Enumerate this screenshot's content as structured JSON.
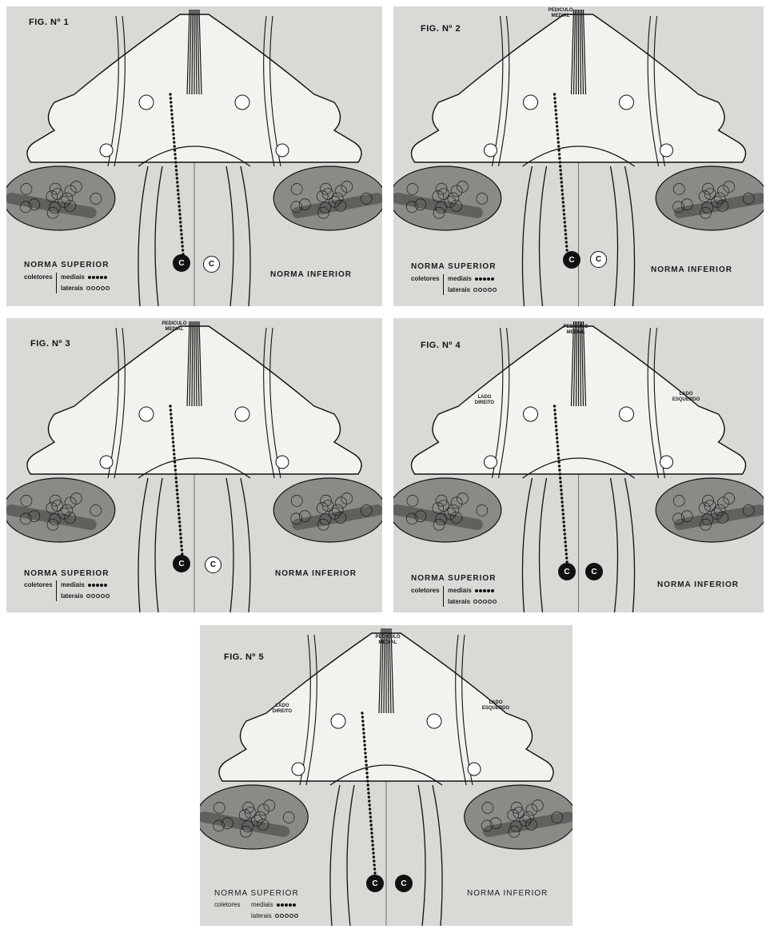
{
  "figures": [
    {
      "title": "FIG. Nº 1",
      "top_label": "",
      "norma_superior": "NORMA SUPERIOR",
      "norma_inferior": "NORMA INFERIOR",
      "coletores": "coletores",
      "mediais": "mediais",
      "laterais": "laterais",
      "c_label": "C",
      "side_left": "",
      "side_right": ""
    },
    {
      "title": "FIG. Nº 2",
      "top_label": "PEDICULO MEDIAL",
      "norma_superior": "NORMA SUPERIOR",
      "norma_inferior": "NORMA INFERIOR",
      "coletores": "coletores",
      "mediais": "mediais",
      "laterais": "laterais",
      "c_label": "C",
      "side_left": "",
      "side_right": ""
    },
    {
      "title": "FIG. Nº 3",
      "top_label": "PEDICULO MEDIAL",
      "norma_superior": "NORMA SUPERIOR",
      "norma_inferior": "NORMA INFERIOR",
      "coletores": "coletores",
      "mediais": "mediais",
      "laterais": "laterais",
      "c_label": "C",
      "side_left": "",
      "side_right": ""
    },
    {
      "title": "FIG. Nº 4",
      "top_label": "PEDICULO MEDIAL",
      "norma_superior": "NORMA SUPERIOR",
      "norma_inferior": "NORMA INFERIOR",
      "coletores": "coletores",
      "mediais": "mediais",
      "laterais": "laterais",
      "c_label": "C",
      "side_left": "LADO DIREITO",
      "side_right": "LADO ESQUERDO"
    },
    {
      "title": "FIG. Nº 5",
      "top_label": "PEDICULO MEDIAL",
      "norma_superior": "NORMA SUPERIOR",
      "norma_inferior": "NORMA INFERIOR",
      "coletores": "coletores",
      "mediais": "mediais",
      "laterais": "laterais",
      "c_label": "C",
      "side_left": "LADO DIREITO",
      "side_right": "LADO ESQUERDO"
    }
  ],
  "colors": {
    "panel_bg": "#d9d9d6",
    "ink": "#111111",
    "gland": "#8a8a86",
    "bone": "#f2f2ee"
  }
}
